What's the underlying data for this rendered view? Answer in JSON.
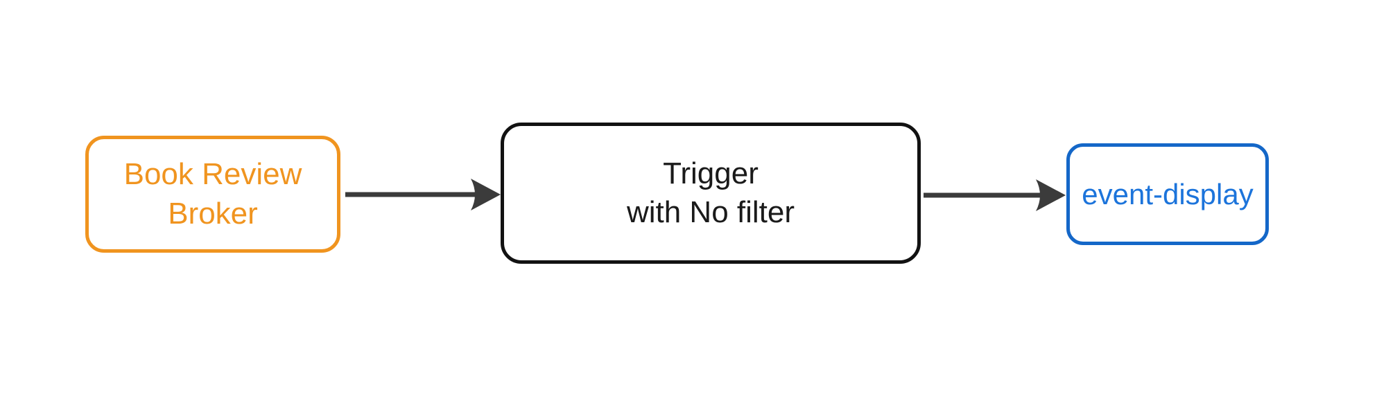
{
  "background_color": "#FFFFFF",
  "nodes": {
    "broker": {
      "line1": "Book Review",
      "line2": "Broker",
      "border_color": "#F0941F",
      "text_color": "#F0941F"
    },
    "trigger": {
      "line1": "Trigger",
      "line2": "with No filter",
      "border_color": "#121212",
      "text_color": "#1A1A1A"
    },
    "event_display": {
      "line1": "event-display",
      "border_color": "#1467C8",
      "text_color": "#1C74DB"
    }
  },
  "edges": {
    "color": "#3B3B3B",
    "items": [
      {
        "from": "Book Review Broker",
        "to": "Trigger with No filter"
      },
      {
        "from": "Trigger with No filter",
        "to": "event-display"
      }
    ]
  }
}
